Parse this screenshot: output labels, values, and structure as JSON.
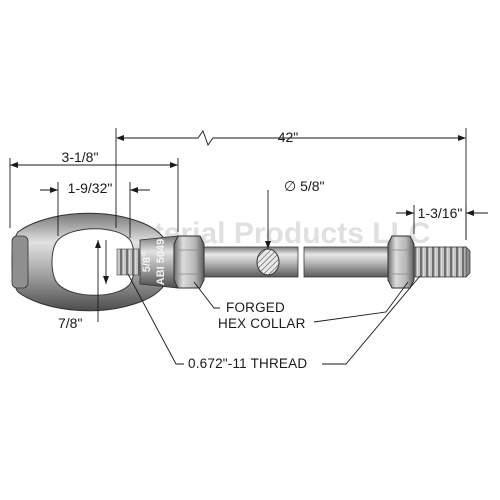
{
  "watermark": "All Material Products LLC",
  "dimensions": {
    "overall_length": "42\"",
    "eye_length": "3-1/8\"",
    "eye_offset": "1-9/32\"",
    "thread_length": "1-3/16\"",
    "rod_diameter": "∅ 5/8\"",
    "eye_width": "7/8\""
  },
  "stamp": {
    "size": "5/8\"",
    "part": "ABI 5049"
  },
  "callouts": {
    "collar_line1": "FORGED",
    "collar_line2": "HEX COLLAR",
    "thread": "0.672\"-11 THREAD"
  },
  "colors": {
    "steel_light": "#e6e6e6",
    "steel_mid": "#a9a9a9",
    "steel_dark": "#5a5a5a",
    "line": "#1a1a1a"
  }
}
